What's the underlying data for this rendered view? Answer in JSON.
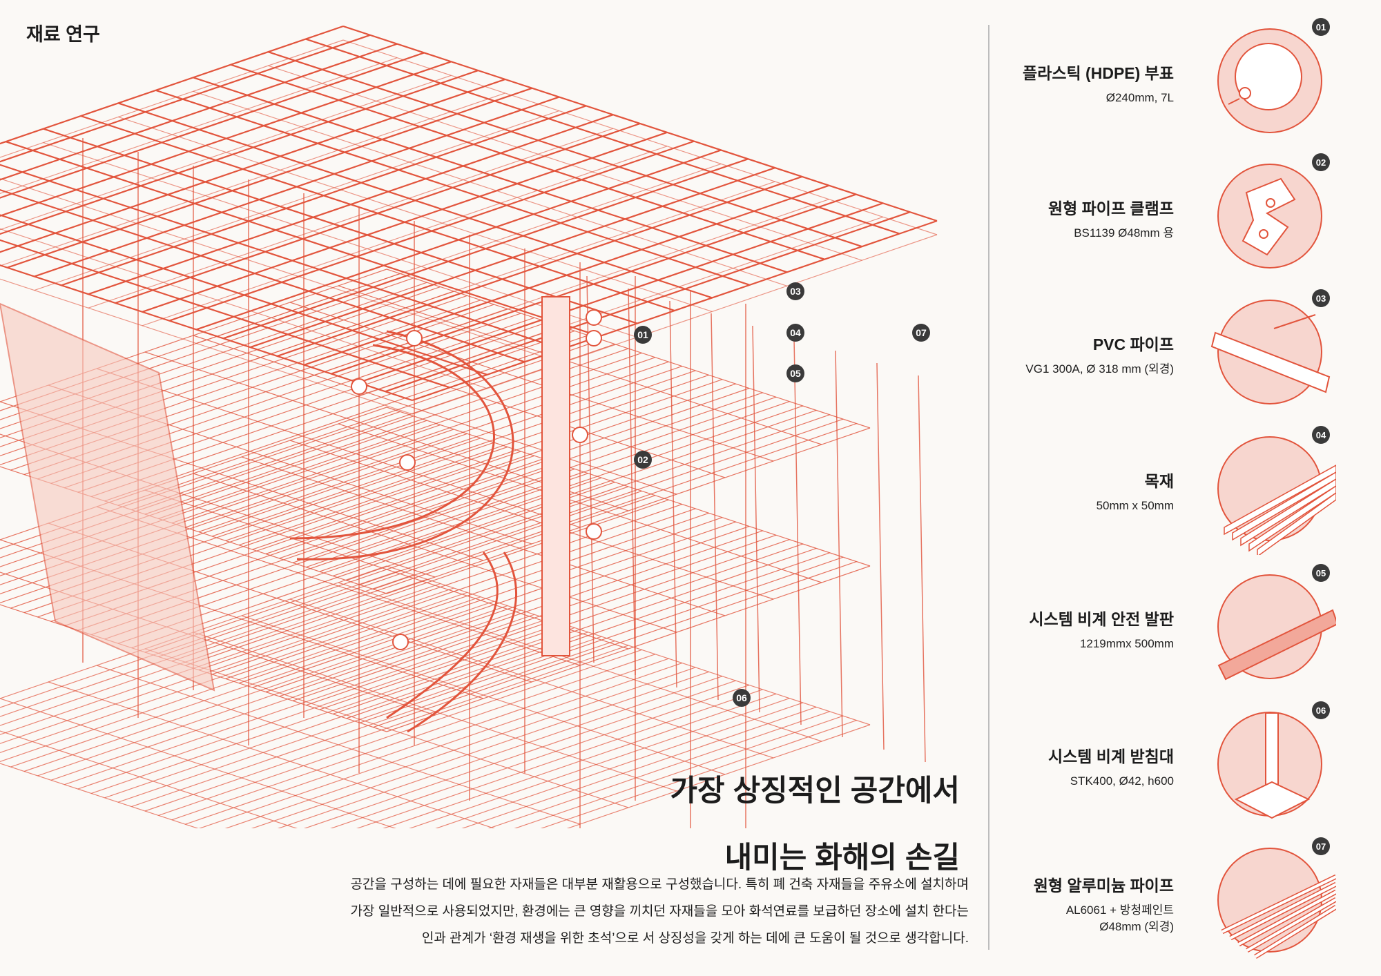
{
  "section_label": "재료 연구",
  "accent_color": "#e2543c",
  "callouts": [
    "01",
    "02",
    "03",
    "04",
    "05",
    "06",
    "07"
  ],
  "headline": [
    "가장 상징적인 공간에서",
    "내미는 화해의 손길"
  ],
  "paragraph": [
    "공간을 구성하는 데에 필요한 자재들은 대부분 재활용으로 구성했습니다. 특히 폐 건축 자재들을 주유소에 설치하며",
    "가장 일반적으로 사용되었지만, 환경에는 큰 영향을 끼치던 자재들을 모아 화석연료를 보급하던 장소에 설치 한다는",
    "인과 관계가 ‘환경 재생을 위한 초석’으로 서 상징성을 갖게 하는 데에 큰 도움이 될 것으로 생각합니다."
  ],
  "materials": [
    {
      "number": "01",
      "title": "플라스틱 (HDPE) 부표",
      "spec": [
        "Ø240mm, 7L"
      ],
      "icon": "buoy-icon"
    },
    {
      "number": "02",
      "title": "원형 파이프 클램프",
      "spec": [
        "BS1139 Ø48mm 용"
      ],
      "icon": "pipe-clamp-icon"
    },
    {
      "number": "03",
      "title": "PVC 파이프",
      "spec": [
        "VG1 300A, Ø 318 mm (외경)"
      ],
      "icon": "pvc-pipe-icon"
    },
    {
      "number": "04",
      "title": "목재",
      "spec": [
        "50mm x 50mm"
      ],
      "icon": "timber-icon"
    },
    {
      "number": "05",
      "title": "시스템 비계 안전 발판",
      "spec": [
        "1219mmx 500mm"
      ],
      "icon": "scaffold-plank-icon"
    },
    {
      "number": "06",
      "title": "시스템 비계 받침대",
      "spec": [
        "STK400, Ø42, h600"
      ],
      "icon": "base-jack-icon"
    },
    {
      "number": "07",
      "title": "원형 알루미늄 파이프",
      "spec": [
        "AL6061 + 방청페인트",
        "Ø48mm (외경)"
      ],
      "icon": "aluminum-pipe-icon"
    }
  ]
}
